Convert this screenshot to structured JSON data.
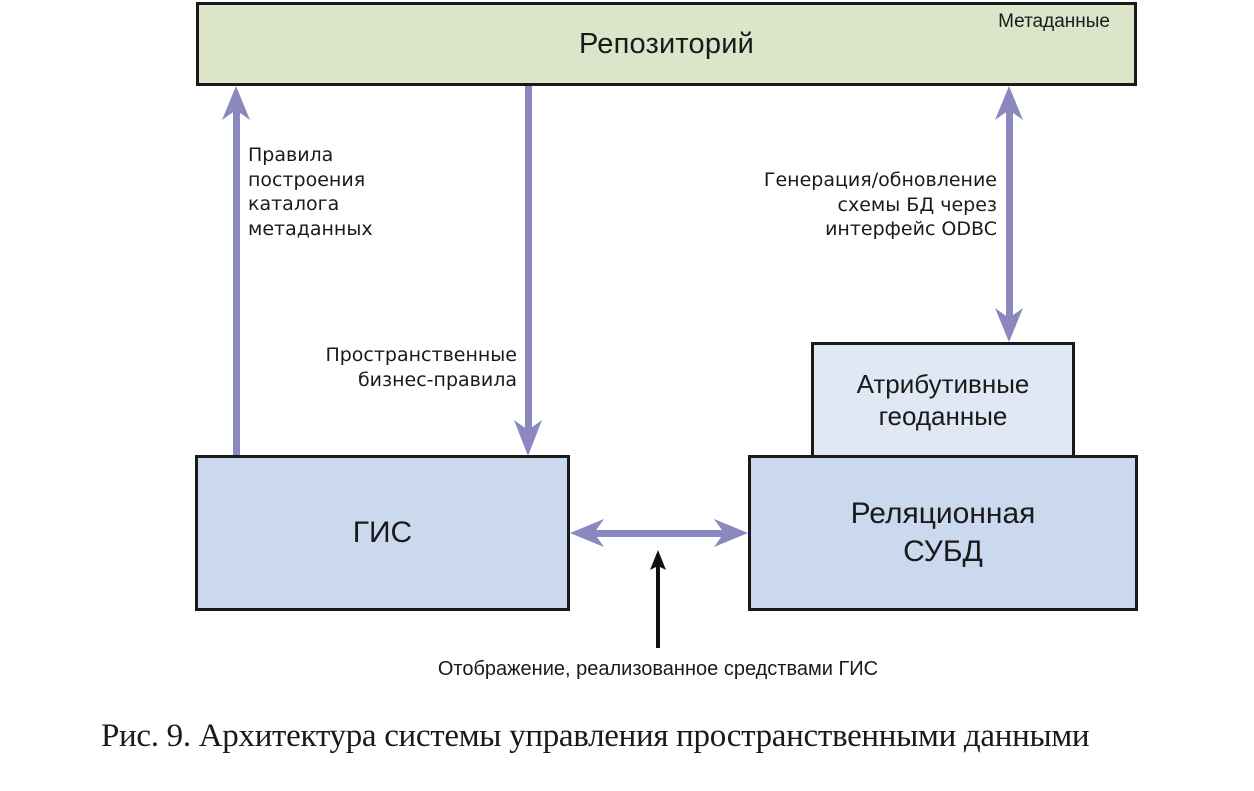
{
  "diagram": {
    "repository": {
      "title": "Репозиторий",
      "tag": "Метаданные"
    },
    "gis": {
      "title": "ГИС"
    },
    "rdbms": {
      "lines": [
        "Реляционная",
        "СУБД"
      ]
    },
    "attribute_data": {
      "lines": [
        "Атрибутивные",
        "геоданные"
      ]
    },
    "labels": {
      "catalog_rules": [
        "Правила",
        "построения",
        "каталога",
        "метаданных"
      ],
      "business_rules": [
        "Пространственные",
        "бизнес-правила"
      ],
      "schema_generation": [
        "Генерация/обновление",
        "схемы БД через",
        "интерфейс ODBC"
      ],
      "mapping": "Отображение, реализованное средствами ГИС"
    },
    "colors": {
      "repository_fill": "#dce4c9",
      "box_fill": "#cbd9ee",
      "attr_fill": "#e0e7f5",
      "arrow": "#8b88bf",
      "pointer": "#111111"
    }
  },
  "caption": "Рис. 9.  Архитектура системы управления пространственными данными"
}
